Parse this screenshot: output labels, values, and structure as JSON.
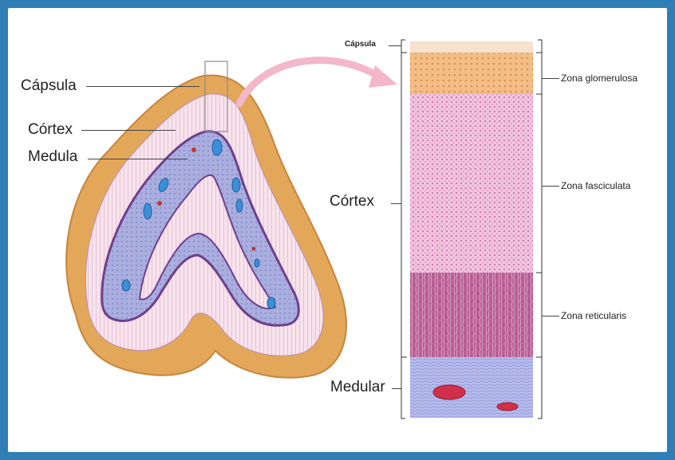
{
  "left_diagram": {
    "labels": {
      "capsula": "Cápsula",
      "cortex": "Córtex",
      "medula": "Medula"
    }
  },
  "right_section": {
    "top_label": "Cápsula",
    "cortex_label": "Córtex",
    "medular_label": "Medular",
    "zones": {
      "glomerulosa": "Zona glomerulosa",
      "fasciculata": "Zona fasciculata",
      "reticularis": "Zona reticularis"
    }
  },
  "colors": {
    "frame_border": "#2f7fb6",
    "capsule": "#e8b463",
    "cortex": "#f4d6e6",
    "medulla": "#a7aee0",
    "glomerulosa": "#f0b77c",
    "fasciculata": "#efb8d8",
    "reticularis": "#c46e9f",
    "medular": "#b2b7ea"
  }
}
